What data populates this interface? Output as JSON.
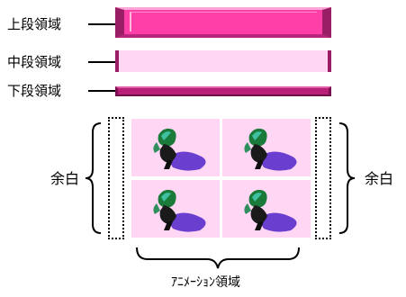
{
  "labels": {
    "upper_region": "上段領域",
    "middle_region": "中段領域",
    "lower_region": "下段領域",
    "left_margin": "余白",
    "right_margin": "余白",
    "animation_region": "ｱﾆﾒｰｼｮﾝ領域"
  },
  "colors": {
    "upper_band": "#ff3fa8",
    "middle_band": "#ffd6f3",
    "lower_band": "#b82078",
    "animation_cell": "#ffd6f3",
    "figure_shadow": "#6a3fd0"
  },
  "icons": [
    "walking-figure-icon",
    "walking-figure-icon",
    "walking-figure-icon",
    "walking-figure-icon"
  ]
}
